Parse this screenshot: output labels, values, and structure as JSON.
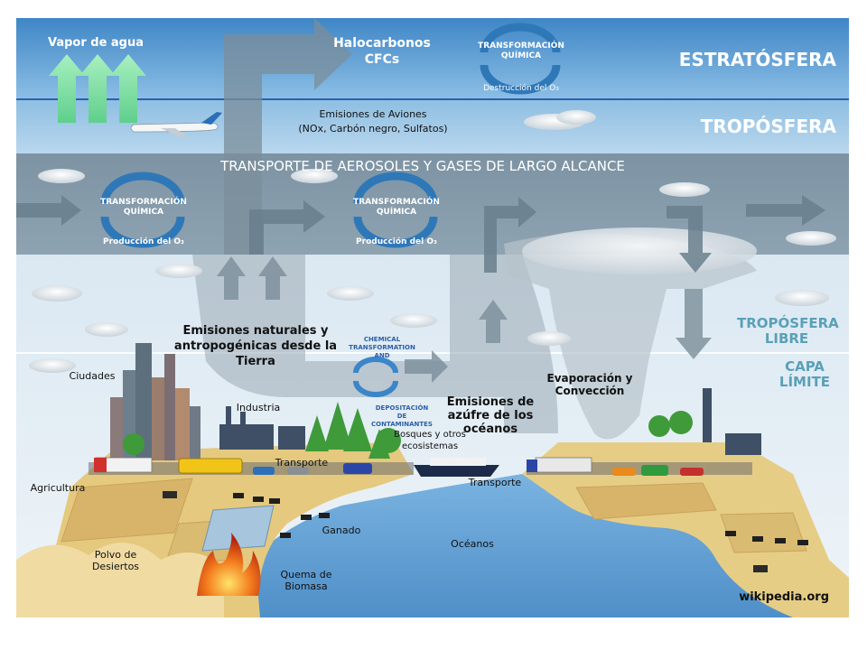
{
  "layers": {
    "stratosphere": "ESTRATÓSFERA",
    "troposphere": "TROPÓSFERA",
    "free_troposphere": "TROPÓSFERA LIBRE",
    "boundary_layer": "CAPA LÍMITE"
  },
  "band_title": "TRANSPORTE DE AEROSOLES Y GASES DE LARGO ALCANCE",
  "labels": {
    "water_vapor": "Vapor de agua",
    "halocarbons": "Halocarbonos",
    "cfcs": "CFCs",
    "aircraft_emissions": "Emisiones de Aviones",
    "aircraft_emissions_detail": "(NOx, Carbón negro, Sulfatos)",
    "chem_transform_top": "TRANSFORMACIÓN QUÍMICA",
    "ozone_destruction": "Destrucción del O₃",
    "chem_transform_left": "TRANSFORMACIÓN QUÍMICA",
    "ozone_production_left": "Producción del O₃",
    "chem_transform_mid": "TRANSFORMACIÓN QUÍMICA",
    "ozone_production_mid": "Producción del O₃",
    "natural_emissions": "Emisiones naturales y antropogénicas desde la Tierra",
    "chemical_transformation_and": "CHEMICAL TRANSFORMATION AND",
    "deposition": "DEPOSITACIÓN DE CONTAMINANTES",
    "ocean_sulfur": "Emisiones de azúfre de los océanos",
    "evaporation": "Evaporación y Convección",
    "cities": "Ciudades",
    "industry": "Industria",
    "forests": "Bosques y otros ecosistemas",
    "transport_left": "Transporte",
    "transport_right": "Transporte",
    "agriculture": "Agricultura",
    "livestock": "Ganado",
    "desert_dust": "Polvo de Desiertos",
    "biomass_burning": "Quema de Biomasa",
    "oceans": "Océanos",
    "credit": "wikipedia.org"
  },
  "colors": {
    "stratosphere_sky": "#5b9bd5",
    "transport_band": "#6d8798",
    "lower_sky": "#cfe1ef",
    "arrow_gray": "#8a9aa6",
    "cycle_blue": "#2f78b8",
    "vapor_green": "#7fdca0",
    "ocean": "#6aa6d8",
    "land": "#e8cf8a"
  },
  "icons": [
    "airplane-icon",
    "cloud-icon",
    "cycle-icon",
    "arrow-icon",
    "ship-icon",
    "truck-icon",
    "bus-icon",
    "car-icon",
    "tractor-icon",
    "cow-icon",
    "tree-icon",
    "factory-icon",
    "fire-icon",
    "skyscraper-icon"
  ]
}
